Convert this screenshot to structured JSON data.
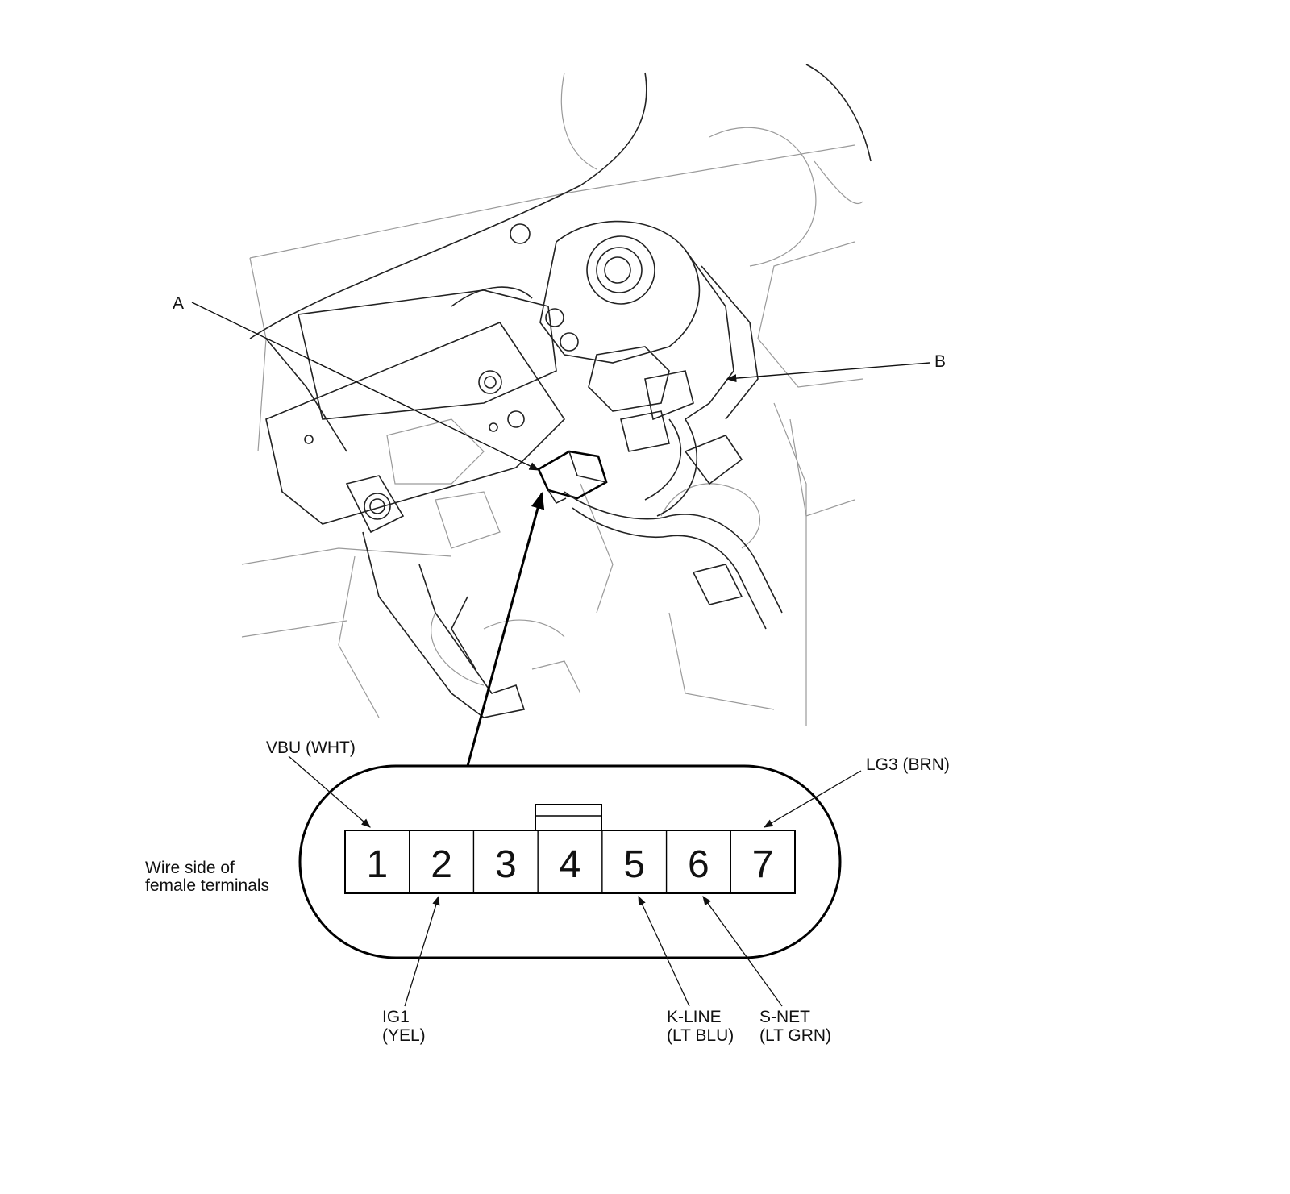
{
  "callouts": {
    "a": "A",
    "b": "B"
  },
  "connector": {
    "view_label_line1": "Wire side of",
    "view_label_line2": "female terminals",
    "pins": [
      "1",
      "2",
      "3",
      "4",
      "5",
      "6",
      "7"
    ],
    "wires": {
      "pin1": "VBU (WHT)",
      "pin7": "LG3 (BRN)",
      "pin2_line1": "IG1",
      "pin2_line2": "(YEL)",
      "pin5_line1": "K-LINE",
      "pin5_line2": "(LT BLU)",
      "pin6_line1": "S-NET",
      "pin6_line2": "(LT GRN)"
    }
  }
}
